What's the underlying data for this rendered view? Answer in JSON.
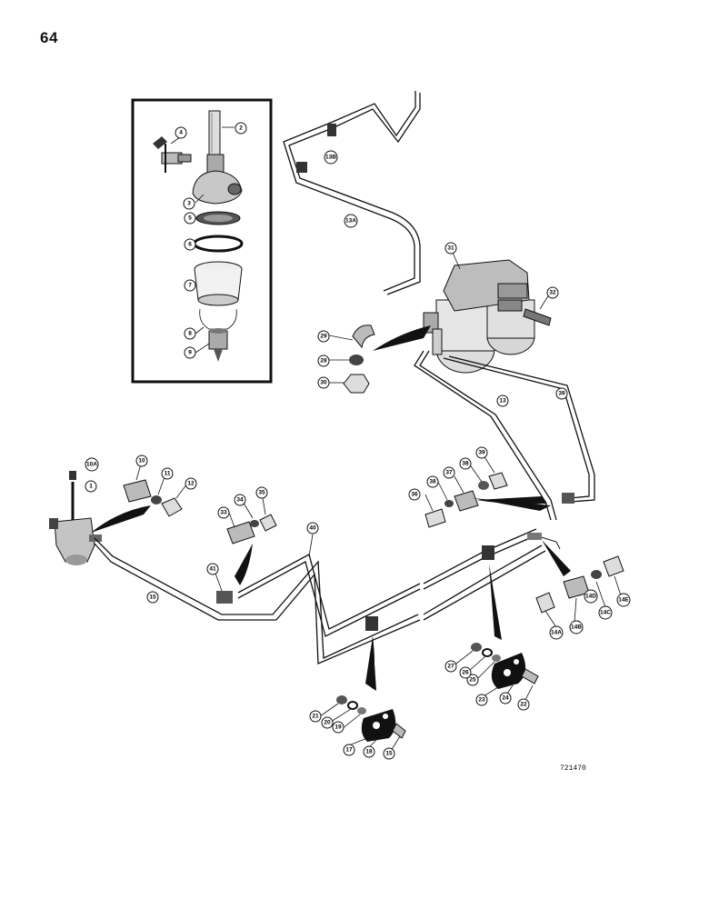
{
  "page": {
    "number": "64",
    "figure_id": "721470"
  },
  "callouts": [
    {
      "id": "c1",
      "text": "1"
    },
    {
      "id": "c2",
      "text": "2"
    },
    {
      "id": "c3",
      "text": "3"
    },
    {
      "id": "c4",
      "text": "4"
    },
    {
      "id": "c5",
      "text": "5"
    },
    {
      "id": "c6",
      "text": "6"
    },
    {
      "id": "c7",
      "text": "7"
    },
    {
      "id": "c8",
      "text": "8"
    },
    {
      "id": "c9",
      "text": "9"
    },
    {
      "id": "c10",
      "text": "10"
    },
    {
      "id": "c10a",
      "text": "10A"
    },
    {
      "id": "c11",
      "text": "11"
    },
    {
      "id": "c12",
      "text": "12"
    },
    {
      "id": "c13",
      "text": "13"
    },
    {
      "id": "c13a",
      "text": "13A"
    },
    {
      "id": "c13b",
      "text": "13B"
    },
    {
      "id": "c14a",
      "text": "14A"
    },
    {
      "id": "c14b",
      "text": "14B"
    },
    {
      "id": "c14c",
      "text": "14C"
    },
    {
      "id": "c14d",
      "text": "14D"
    },
    {
      "id": "c14e",
      "text": "14E"
    },
    {
      "id": "c15a",
      "text": "15"
    },
    {
      "id": "c15b",
      "text": "15"
    },
    {
      "id": "c17",
      "text": "17"
    },
    {
      "id": "c18",
      "text": "18"
    },
    {
      "id": "c19",
      "text": "19"
    },
    {
      "id": "c20",
      "text": "20"
    },
    {
      "id": "c21",
      "text": "21"
    },
    {
      "id": "c22",
      "text": "22"
    },
    {
      "id": "c23",
      "text": "23"
    },
    {
      "id": "c24",
      "text": "24"
    },
    {
      "id": "c25",
      "text": "25"
    },
    {
      "id": "c26",
      "text": "26"
    },
    {
      "id": "c27",
      "text": "27"
    },
    {
      "id": "c28",
      "text": "28"
    },
    {
      "id": "c29",
      "text": "29"
    },
    {
      "id": "c30",
      "text": "30"
    },
    {
      "id": "c31",
      "text": "31"
    },
    {
      "id": "c32",
      "text": "32"
    },
    {
      "id": "c33",
      "text": "33"
    },
    {
      "id": "c34",
      "text": "34"
    },
    {
      "id": "c35",
      "text": "35"
    },
    {
      "id": "c36",
      "text": "36"
    },
    {
      "id": "c37",
      "text": "37"
    },
    {
      "id": "c38a",
      "text": "38"
    },
    {
      "id": "c38b",
      "text": "38"
    },
    {
      "id": "c39a",
      "text": "39"
    },
    {
      "id": "c39b",
      "text": "39"
    },
    {
      "id": "c40",
      "text": "40"
    },
    {
      "id": "c41",
      "text": "41"
    }
  ]
}
